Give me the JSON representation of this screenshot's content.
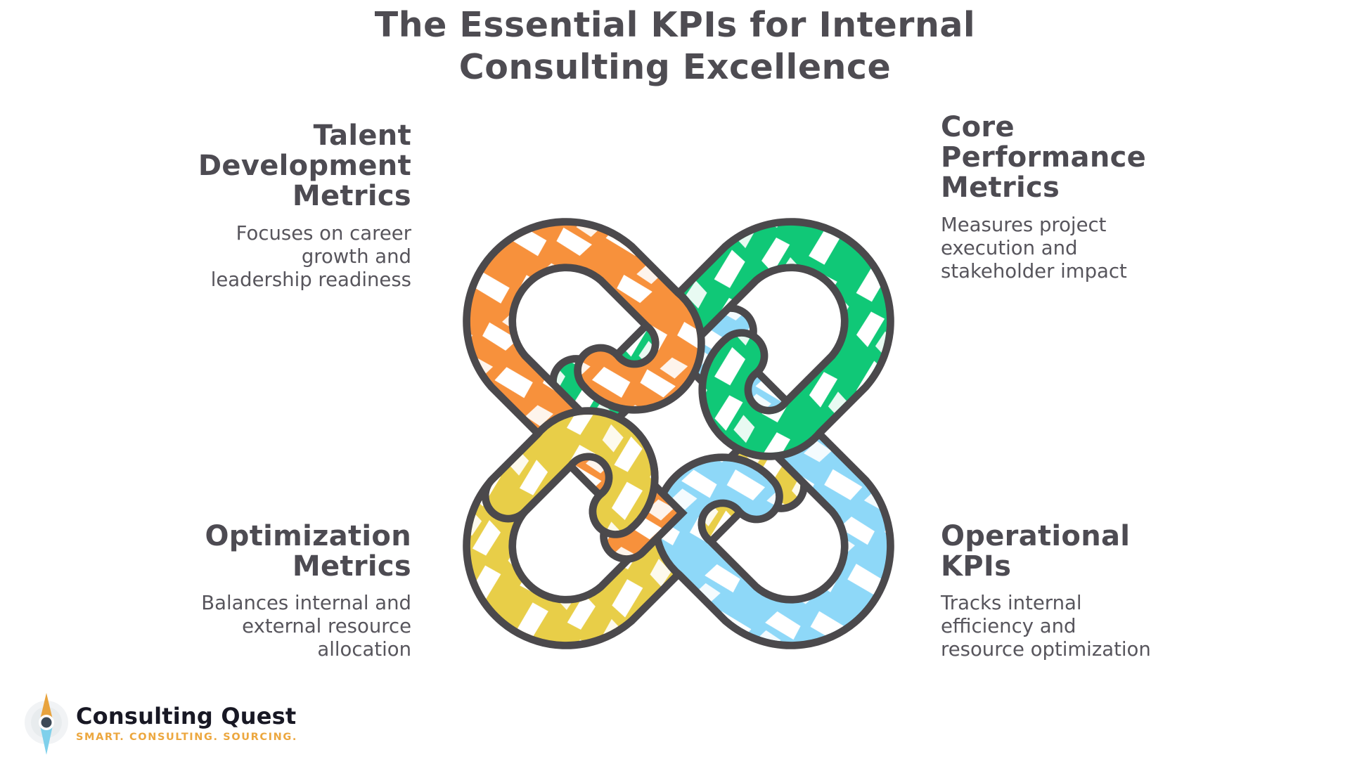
{
  "title": {
    "lines": [
      "The Essential KPIs for Internal",
      "Consulting Excellence"
    ]
  },
  "sections": [
    {
      "id": "talent-development",
      "title_lines": [
        "Talent",
        "Development",
        "Metrics"
      ],
      "body_lines": [
        "Focuses on career",
        "growth and",
        "leadership readiness"
      ]
    },
    {
      "id": "core-performance",
      "title_lines": [
        "Core",
        "Performance",
        "Metrics"
      ],
      "body_lines": [
        "Measures project",
        "execution and",
        "stakeholder impact"
      ]
    },
    {
      "id": "optimization",
      "title_lines": [
        "Optimization",
        "Metrics"
      ],
      "body_lines": [
        "Balances internal and",
        "external resource",
        "allocation"
      ]
    },
    {
      "id": "operational",
      "title_lines": [
        "Operational",
        "KPIs"
      ],
      "body_lines": [
        "Tracks internal",
        "efficiency and",
        "resource optimization"
      ]
    }
  ],
  "knot": {
    "outline_color": "#4b494c",
    "loops": [
      {
        "name": "talent-development-loop",
        "position": "top-left",
        "color": "#f7913c"
      },
      {
        "name": "core-performance-loop",
        "position": "top-right",
        "color": "#10c877"
      },
      {
        "name": "operational-loop",
        "position": "bottom-right",
        "color": "#8ed8f8"
      },
      {
        "name": "optimization-loop",
        "position": "bottom-left",
        "color": "#e8ce48"
      }
    ]
  },
  "logo": {
    "name": "Consulting Quest",
    "tagline": "SMART. CONSULTING. SOURCING.",
    "accent": "#eca73f",
    "needle_up_color": "#e8a33d",
    "needle_down_color": "#7fd0eb",
    "hub_color": "#3d4a57"
  }
}
